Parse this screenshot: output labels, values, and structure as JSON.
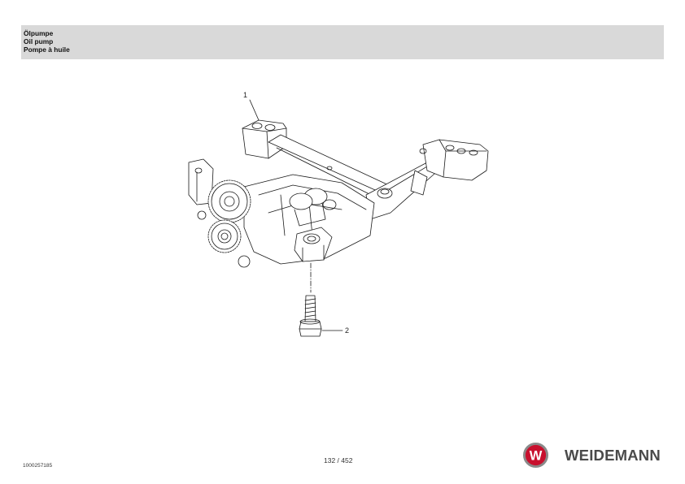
{
  "header": {
    "title_de": "Ölpumpe",
    "title_en": "Oil pump",
    "title_fr": "Pompe à huile"
  },
  "callouts": [
    {
      "id": "1"
    },
    {
      "id": "2"
    }
  ],
  "footer": {
    "doc_number": "1000257185",
    "page_counter": "132 / 452",
    "brand": "WEIDEMANN",
    "logo_letter": "W"
  },
  "colors": {
    "header_bg": "#d9d9d9",
    "line": "#1a1a1a",
    "logo_red": "#c8102e",
    "logo_gray": "#8a8a8a",
    "brand_text": "#4a4a4a"
  }
}
